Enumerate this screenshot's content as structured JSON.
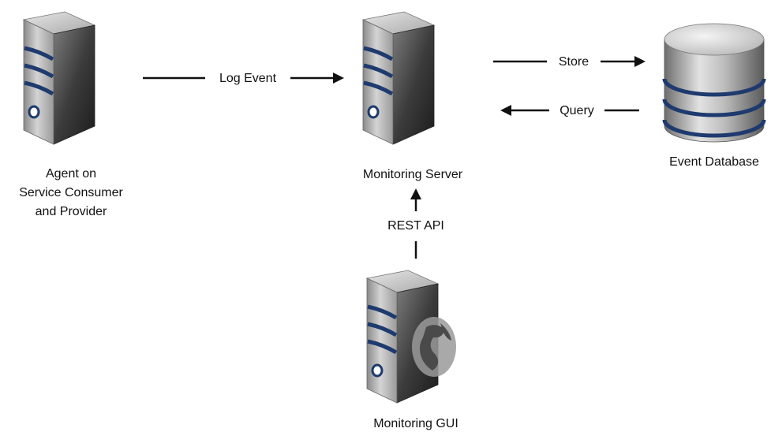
{
  "nodes": {
    "agent": {
      "caption": [
        "Agent on",
        "Service Consumer",
        "and Provider"
      ],
      "icon": "server-icon"
    },
    "monitoring_server": {
      "caption": "Monitoring Server",
      "icon": "server-icon"
    },
    "event_database": {
      "caption": "Event Database",
      "icon": "database-icon"
    },
    "monitoring_gui": {
      "caption": "Monitoring GUI",
      "icon": "web-server-icon"
    }
  },
  "edges": {
    "log_event": {
      "label": "Log Event",
      "from": "agent",
      "to": "monitoring_server"
    },
    "store": {
      "label": "Store",
      "from": "monitoring_server",
      "to": "event_database"
    },
    "query": {
      "label": "Query",
      "from": "event_database",
      "to": "monitoring_server"
    },
    "rest_api": {
      "label": "REST API",
      "from": "monitoring_gui",
      "to": "monitoring_server"
    }
  },
  "colors": {
    "server_front_light": "#c9c9c9",
    "server_front_dark": "#7a7a7a",
    "server_side_light": "#7b7b7b",
    "server_side_dark": "#1f1f1f",
    "server_top": "#dcdcdc",
    "stripe": "#1e3a6e",
    "arrow": "#111111"
  }
}
